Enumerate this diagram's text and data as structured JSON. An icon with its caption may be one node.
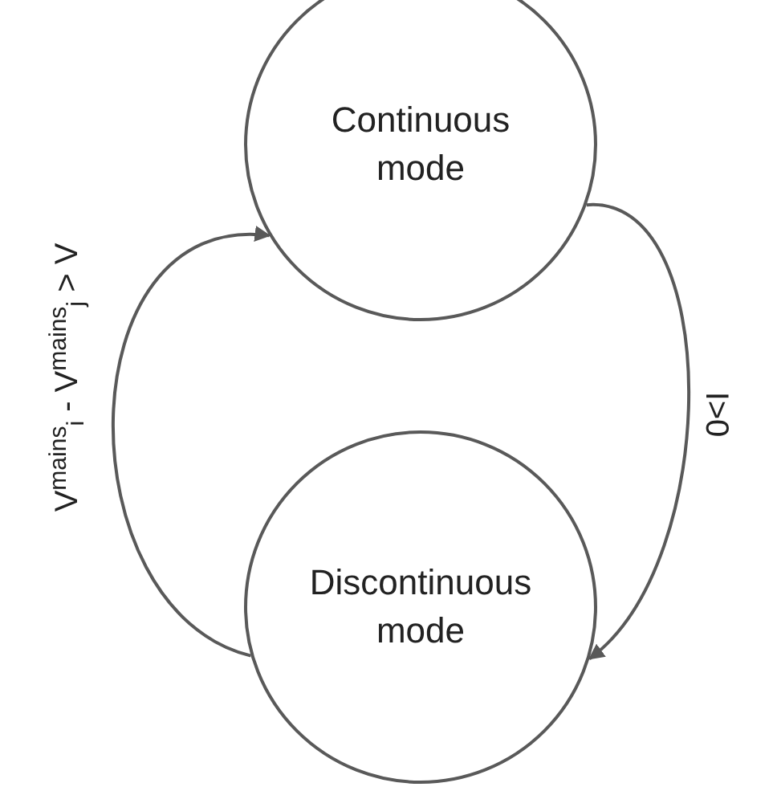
{
  "diagram": {
    "nodes": [
      {
        "text": [
          "Continuous mode"
        ]
      },
      {
        "text": [
          "Discontinuous mode"
        ]
      }
    ],
    "edges": [
      {
        "from": 1,
        "to": 0,
        "arrow": "to",
        "label": "V$^{mains}$$_{i}$ - V$^{mains}$$_{j}$ > V"
      },
      {
        "from": 0,
        "to": 1,
        "arrow": "to",
        "label": "I>0"
      }
    ]
  }
}
